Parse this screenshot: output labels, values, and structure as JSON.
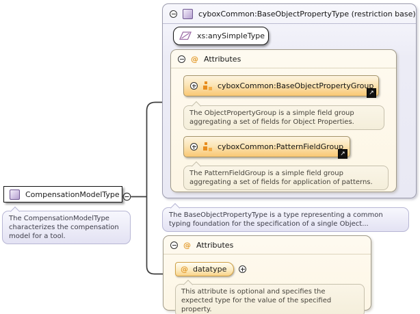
{
  "icons": {
    "attribute_glyph": "@",
    "link_arrow": "↗"
  },
  "left_node": {
    "label": "CompensationModelType",
    "description": "The CompensationModelType characterizes the compensation model for a tool."
  },
  "base_type_panel": {
    "title": "cyboxCommon:BaseObjectPropertyType (restriction base)",
    "restriction_base": "xs:anySimpleType",
    "attributes_section": {
      "title": "Attributes",
      "groups": [
        {
          "label": "cyboxCommon:BaseObjectPropertyGroup",
          "description": "The ObjectPropertyGroup is a simple field group aggregating a set of fields for Object Properties."
        },
        {
          "label": "cyboxCommon:PatternFieldGroup",
          "description": "The PatternFieldGroup is a simple field group aggregating a set of fields for application of patterns."
        }
      ]
    },
    "description": "The BaseObjectPropertyType is a type representing a common typing foundation for the specification of a single Object..."
  },
  "local_attributes_panel": {
    "title": "Attributes",
    "attributes": [
      {
        "name": "datatype",
        "description": "This attribute is optional and specifies the expected type for the value of the specified property."
      }
    ]
  }
}
